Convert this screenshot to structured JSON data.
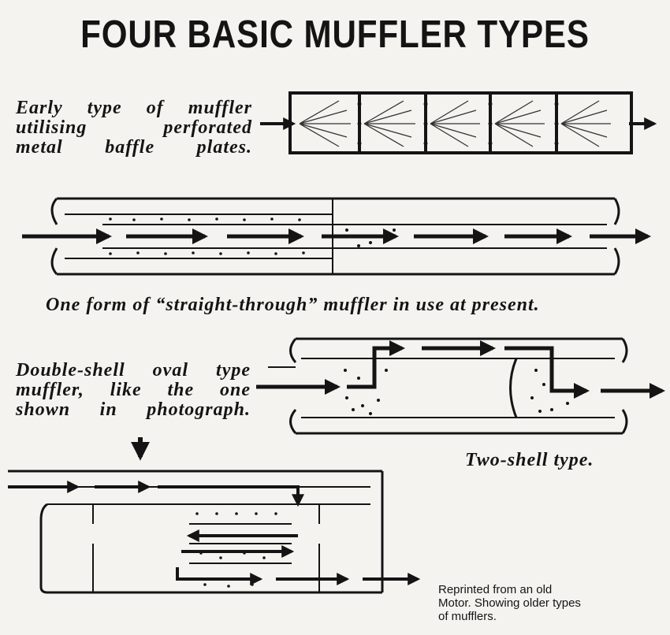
{
  "title": "FOUR BASIC MUFFLER TYPES",
  "captions": {
    "early": [
      "Early type of muffler",
      "utilising perforated",
      "metal baffle plates."
    ],
    "straight": "One form of “straight-through” muffler in use at present.",
    "oval": [
      "Double-shell oval type",
      "muffler, like the one",
      "shown in photograph."
    ],
    "two_shell": "Two-shell type."
  },
  "reprint_note": [
    "Reprinted from an old",
    "Motor. Showing older types",
    "of mufflers."
  ]
}
